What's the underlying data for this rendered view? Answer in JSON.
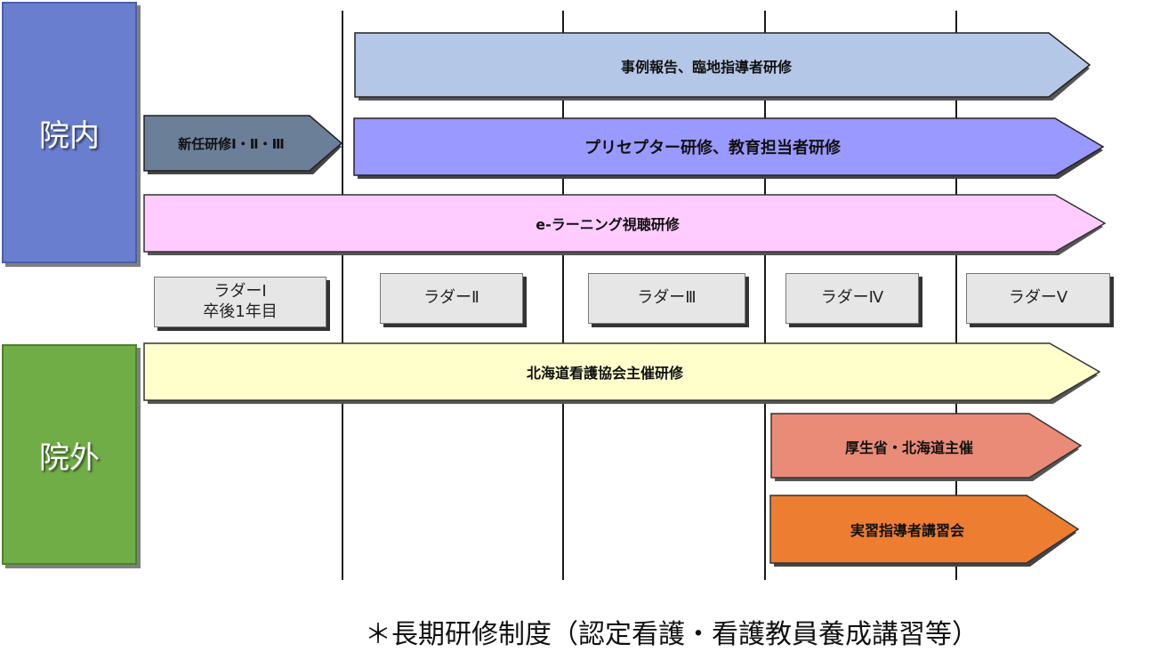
{
  "side_labels": {
    "inside": "院内",
    "outside": "院外"
  },
  "arrows": {
    "case_report": "事例報告、臨地指導者研修",
    "new_staff": "新任研修Ⅰ・Ⅱ・Ⅲ",
    "preceptor": "プリセプター研修、教育担当者研修",
    "elearning": "e-ラーニング視聴研修",
    "nursing_assoc": "北海道看護協会主催研修",
    "ministry": "厚生省・北海道主催",
    "practicum": "実習指導者講習会"
  },
  "ladders": {
    "l1_line1": "ラダーⅠ",
    "l1_line2": "卒後1年目",
    "l2": "ラダーⅡ",
    "l3": "ラダーⅢ",
    "l4": "ラダーⅣ",
    "l5": "ラダーⅤ"
  },
  "colors": {
    "inside": "#6a7ed0",
    "outside": "#70ad47",
    "case_report": "#b4c7e7",
    "new_staff": "#6b7f99",
    "preceptor": "#9999ff",
    "elearning": "#ffccff",
    "nursing_assoc": "#ffffcc",
    "ministry": "#e98b76",
    "practicum": "#ed7d31"
  },
  "footnote": "＊長期研修制度（認定看護・看護教員養成講習等）"
}
